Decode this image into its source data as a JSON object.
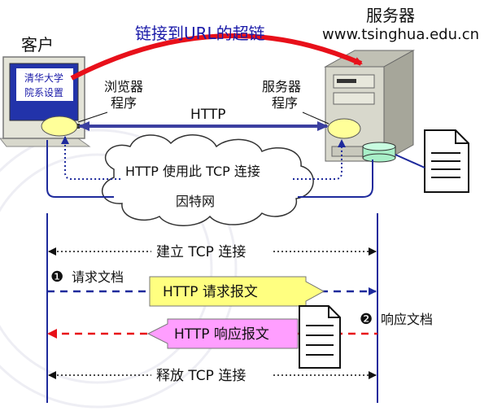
{
  "top": {
    "client_label": "客户",
    "server_label": "服务器",
    "hyperlink_label": "链接到URL的超链",
    "server_url": "www.tsinghua.edu.cn",
    "screen_text_line1": "清华大学",
    "screen_text_line2": "院系设置",
    "browser_line1": "浏览器",
    "browser_line2": "程序",
    "server_prog_line1": "服务器",
    "server_prog_line2": "程序",
    "http_label": "HTTP",
    "tcp_use_label": "HTTP 使用此 TCP 连接",
    "internet_label": "因特网"
  },
  "sequence": {
    "establish_label": "建立 TCP 连接",
    "step1_marker": "❶",
    "step1_label": "请求文档",
    "request_label": "HTTP 请求报文",
    "step2_marker": "❷",
    "step2_label": "响应文档",
    "response_label": "HTTP 响应报文",
    "release_label": "释放 TCP 连接"
  },
  "colors": {
    "hyperlink_arrow": "#e8101a",
    "http_arrow": "#3b3fa0",
    "line_blue": "#1e2a9c",
    "response_red": "#e81018",
    "request_box": "#ffff80",
    "response_box": "#ff9eff",
    "program_oval": "#ffff99",
    "database": "#a8f0c8",
    "computer_body": "#e4e4d8",
    "text_blue": "#1a1aa8"
  }
}
